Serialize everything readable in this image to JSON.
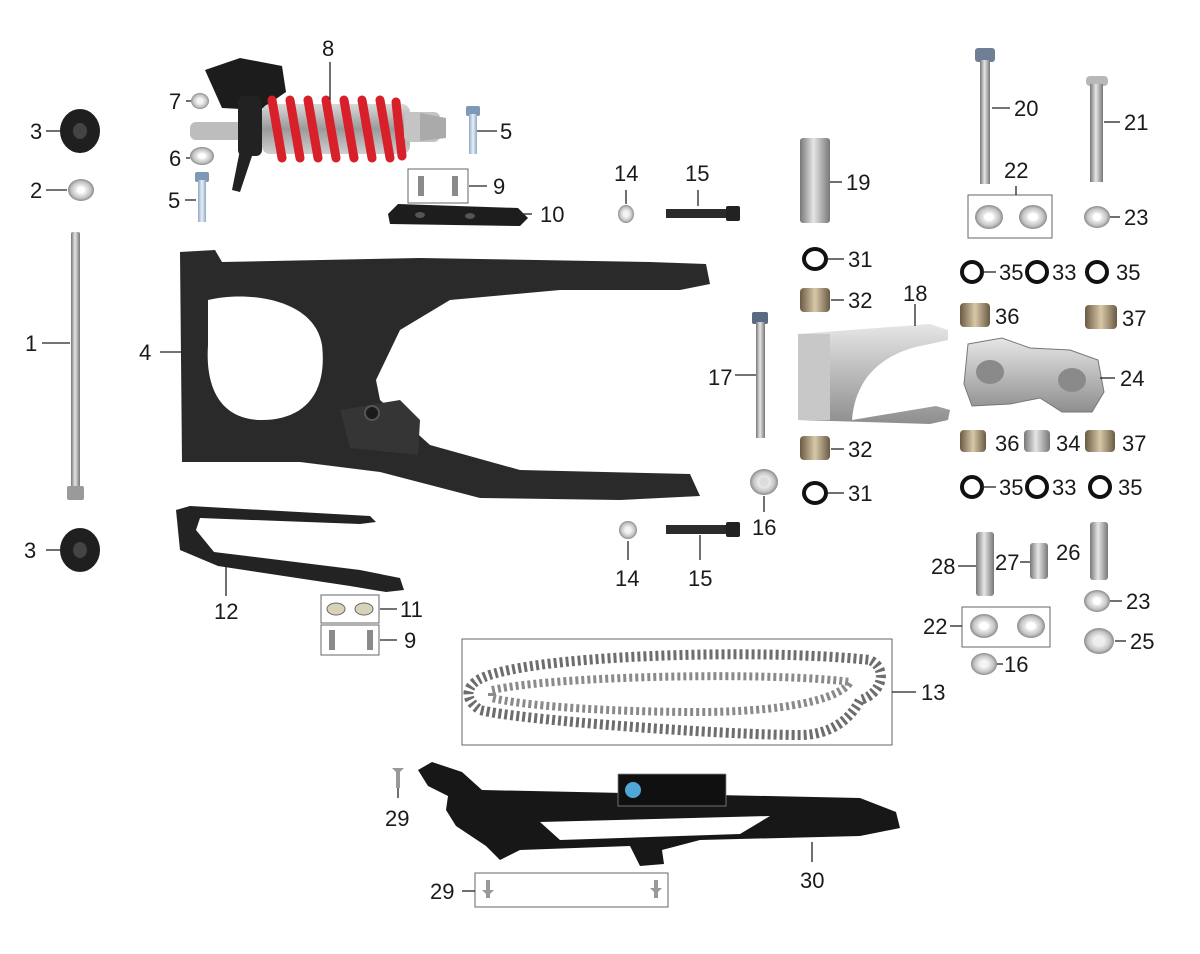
{
  "diagram": {
    "part_labels": [
      {
        "id": "p1",
        "text": "1"
      },
      {
        "id": "p2",
        "text": "2"
      },
      {
        "id": "p3a",
        "text": "3"
      },
      {
        "id": "p3b",
        "text": "3"
      },
      {
        "id": "p4",
        "text": "4"
      },
      {
        "id": "p5a",
        "text": "5"
      },
      {
        "id": "p5b",
        "text": "5"
      },
      {
        "id": "p6",
        "text": "6"
      },
      {
        "id": "p7",
        "text": "7"
      },
      {
        "id": "p8",
        "text": "8"
      },
      {
        "id": "p9a",
        "text": "9"
      },
      {
        "id": "p9b",
        "text": "9"
      },
      {
        "id": "p10",
        "text": "10"
      },
      {
        "id": "p11",
        "text": "11"
      },
      {
        "id": "p12",
        "text": "12"
      },
      {
        "id": "p13",
        "text": "13"
      },
      {
        "id": "p14a",
        "text": "14"
      },
      {
        "id": "p14b",
        "text": "14"
      },
      {
        "id": "p15a",
        "text": "15"
      },
      {
        "id": "p15b",
        "text": "15"
      },
      {
        "id": "p16a",
        "text": "16"
      },
      {
        "id": "p16b",
        "text": "16"
      },
      {
        "id": "p17",
        "text": "17"
      },
      {
        "id": "p18",
        "text": "18"
      },
      {
        "id": "p19",
        "text": "19"
      },
      {
        "id": "p20",
        "text": "20"
      },
      {
        "id": "p21",
        "text": "21"
      },
      {
        "id": "p22a",
        "text": "22"
      },
      {
        "id": "p22b",
        "text": "22"
      },
      {
        "id": "p23a",
        "text": "23"
      },
      {
        "id": "p23b",
        "text": "23"
      },
      {
        "id": "p24",
        "text": "24"
      },
      {
        "id": "p25",
        "text": "25"
      },
      {
        "id": "p26",
        "text": "26"
      },
      {
        "id": "p27",
        "text": "27"
      },
      {
        "id": "p28",
        "text": "28"
      },
      {
        "id": "p29a",
        "text": "29"
      },
      {
        "id": "p29b",
        "text": "29"
      },
      {
        "id": "p30",
        "text": "30"
      },
      {
        "id": "p31a",
        "text": "31"
      },
      {
        "id": "p31b",
        "text": "31"
      },
      {
        "id": "p32a",
        "text": "32"
      },
      {
        "id": "p32b",
        "text": "32"
      },
      {
        "id": "p33a",
        "text": "33"
      },
      {
        "id": "p33b",
        "text": "33"
      },
      {
        "id": "p34",
        "text": "34"
      },
      {
        "id": "p35a",
        "text": "35"
      },
      {
        "id": "p35b",
        "text": "35"
      },
      {
        "id": "p35c",
        "text": "35"
      },
      {
        "id": "p35d",
        "text": "35"
      },
      {
        "id": "p36a",
        "text": "36"
      },
      {
        "id": "p36b",
        "text": "36"
      },
      {
        "id": "p37a",
        "text": "37"
      },
      {
        "id": "p37b",
        "text": "37"
      }
    ]
  }
}
